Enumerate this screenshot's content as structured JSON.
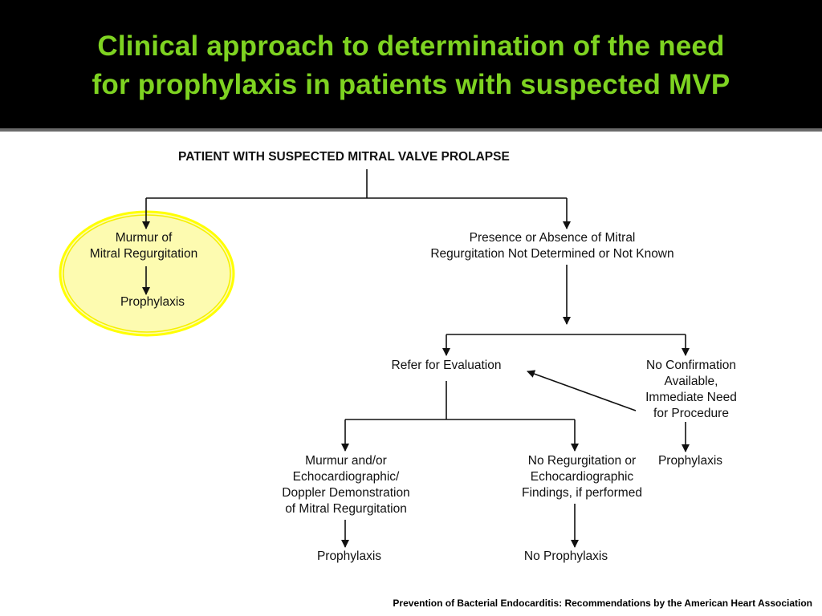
{
  "title": {
    "line1": "Clinical approach to determination of the need",
    "line2": "for prophylaxis in patients with suspected MVP"
  },
  "flowchart": {
    "root": "PATIENT WITH SUSPECTED MITRAL VALVE PROLAPSE",
    "murmur_of_mr": [
      "Murmur of",
      "Mitral Regurgitation"
    ],
    "prophylaxis_left": "Prophylaxis",
    "mr_not_determined": [
      "Presence or Absence of Mitral",
      "Regurgitation Not Determined or Not Known"
    ],
    "refer_for_evaluation": "Refer for Evaluation",
    "no_confirmation": [
      "No Confirmation",
      "Available,",
      "Immediate Need",
      "for Procedure"
    ],
    "prophylaxis_right": "Prophylaxis",
    "murmur_echo_doppler": [
      "Murmur and/or",
      "Echocardiographic/",
      "Doppler Demonstration",
      "of Mitral Regurgitation"
    ],
    "no_regurgitation": [
      "No Regurgitation or",
      "Echocardiographic",
      "Findings, if performed"
    ],
    "prophylaxis_bottom": "Prophylaxis",
    "no_prophylaxis": "No Prophylaxis"
  },
  "highlight_color": "#ffff00",
  "highlight_fill": "#fdfbb0",
  "title_color": "#7ed321",
  "source": "Prevention of Bacterial Endocarditis: Recommendations by the American Heart Association"
}
